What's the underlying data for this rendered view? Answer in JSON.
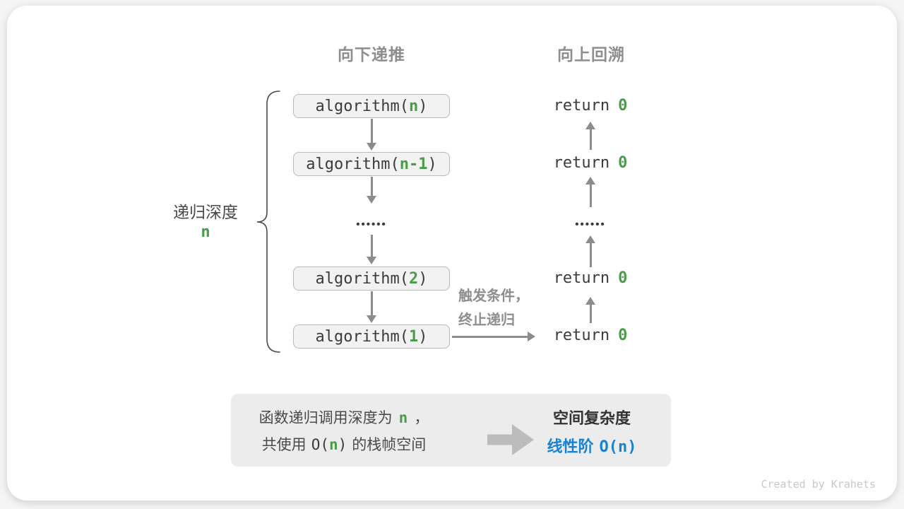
{
  "palette": {
    "green": "#4a9b4a",
    "blue": "#1782d2",
    "header_gray": "#8e8e8e",
    "code_dark": "#3b3b3b",
    "arrow_gray": "#8c8c8c",
    "box_bg": "#f2f2f2",
    "box_border": "#b9b9b9",
    "summary_bg": "#ececec"
  },
  "headers": {
    "recurse_down": "向下递推",
    "backtrack_up": "向上回溯"
  },
  "depth_label": {
    "text": "递归深度",
    "value": "n"
  },
  "recursion_column": {
    "boxes": [
      {
        "name": "algorithm(",
        "arg": "n",
        "close": ")"
      },
      {
        "name": "algorithm(",
        "arg": "n-1",
        "close": ")"
      },
      {
        "name": "algorithm(",
        "arg": "2",
        "close": ")"
      },
      {
        "name": "algorithm(",
        "arg": "1",
        "close": ")"
      }
    ],
    "ellipsis": "••••••"
  },
  "return_column": {
    "keyword": "return",
    "value": "0",
    "ellipsis": "••••••"
  },
  "base_case_note": {
    "line1": "触发条件，",
    "line2": "终止递归"
  },
  "summary": {
    "left": {
      "line1_pre": "函数递归调用深度为",
      "line1_var": "n",
      "line1_post": "，",
      "line2_pre": "共使用",
      "line2_open": "O(",
      "line2_var": "n",
      "line2_close": ")",
      "line2_post": "的栈帧空间"
    },
    "right": {
      "title": "空间复杂度",
      "value_label": "线性阶",
      "value_code": "O(n)"
    }
  },
  "watermark": "Created by Krahets"
}
